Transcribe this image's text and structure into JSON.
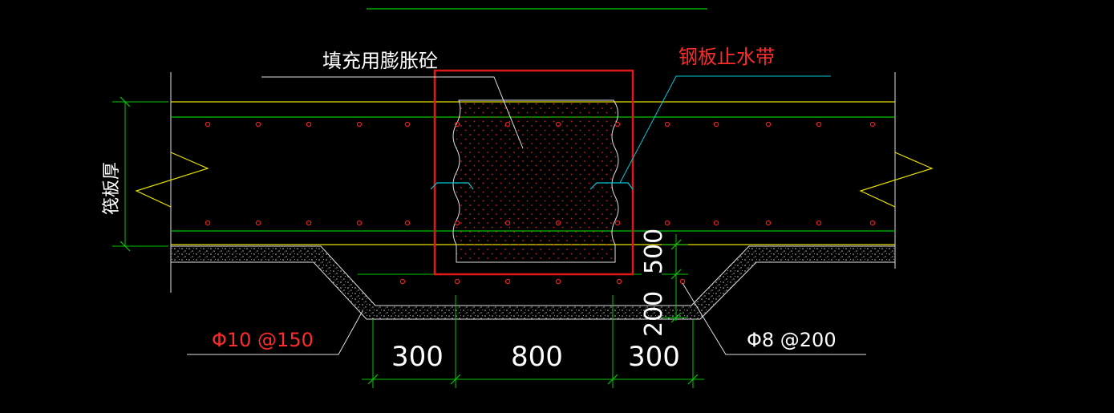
{
  "drawing": {
    "labels": {
      "fill_concrete": "填充用膨胀砼",
      "steel_waterstop": "钢板止水带",
      "raft_thickness": "筏板厚",
      "rebar_main": "Φ10 @150",
      "rebar_secondary": "Φ8 @200"
    },
    "dimensions": {
      "left_slope": "300",
      "center_width": "800",
      "right_slope": "300",
      "drop_depth": "500",
      "bottom_thickness": "200"
    },
    "colors": {
      "background": "#000000",
      "slab_line": "#e6e000",
      "rebar_line": "#00c800",
      "leader_cyan": "#00c8d8",
      "rebar_dot": "#e02020",
      "highlight_box": "#e01818",
      "cad_white": "#ffffff",
      "red_text": "#ff2a2a",
      "aggregate_gray": "#c0c0c0"
    }
  }
}
